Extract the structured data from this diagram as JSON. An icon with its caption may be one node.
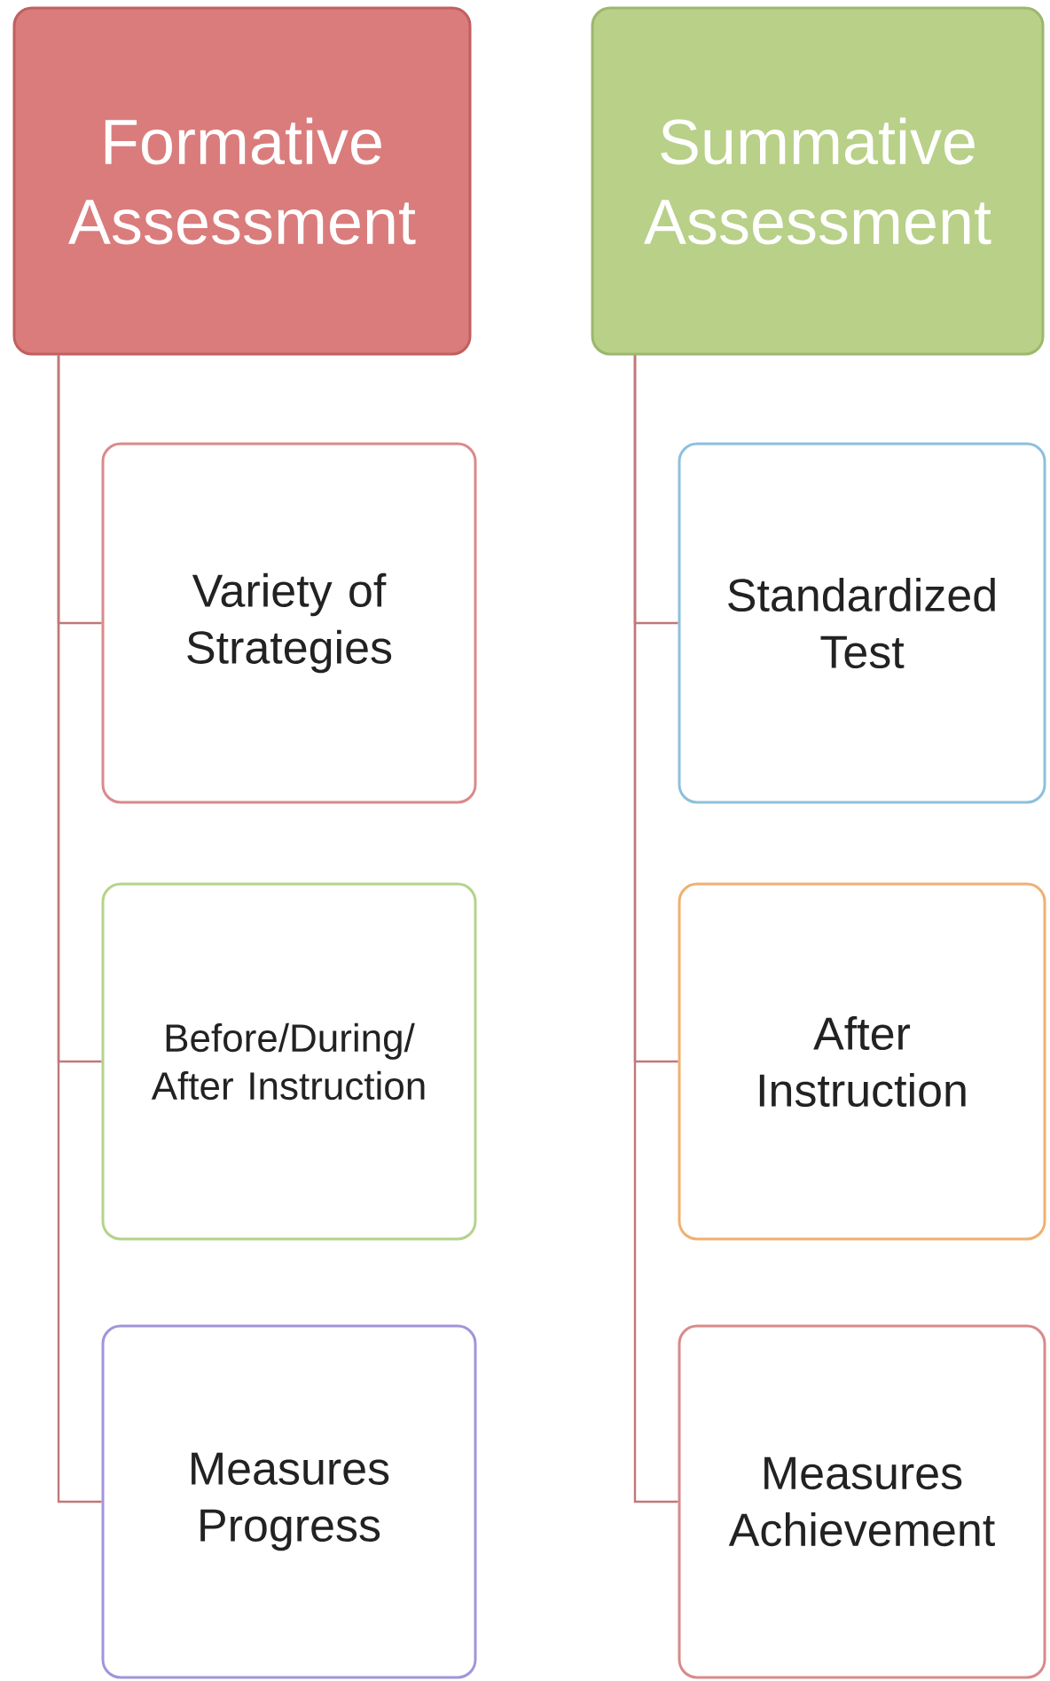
{
  "diagram": {
    "nodes": [
      {
        "text": [
          "Formative Assessment"
        ]
      },
      {
        "text": [
          "Variety of Strategies"
        ]
      },
      {
        "text": [
          "Before/During/ After Instruction"
        ]
      },
      {
        "text": [
          "Measures Progress"
        ]
      },
      {
        "text": [
          "Summative Assessment"
        ]
      },
      {
        "text": [
          "Standardized Test"
        ]
      },
      {
        "text": [
          "After Instruction"
        ]
      },
      {
        "text": [
          "Measures Achievement"
        ]
      }
    ],
    "edges": [
      {
        "from": 0,
        "to": 1,
        "arrow": "none"
      },
      {
        "from": 0,
        "to": 2,
        "arrow": "none"
      },
      {
        "from": 0,
        "to": 3,
        "arrow": "none"
      },
      {
        "from": 4,
        "to": 5,
        "arrow": "none"
      },
      {
        "from": 4,
        "to": 6,
        "arrow": "none"
      },
      {
        "from": 4,
        "to": 7,
        "arrow": "none"
      }
    ]
  }
}
